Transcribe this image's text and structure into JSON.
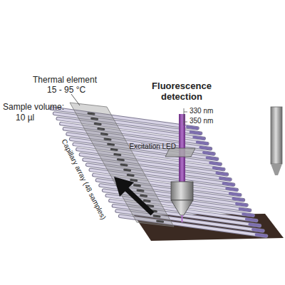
{
  "diagram": {
    "labels": [
      "Thermal element",
      "15 - 95 °C",
      "Sample volume:",
      "10 µl",
      "Capillary array (48 samples)",
      "Fluorescence detection",
      "330 nm",
      "350 nm",
      "Excitation LED"
    ]
  }
}
